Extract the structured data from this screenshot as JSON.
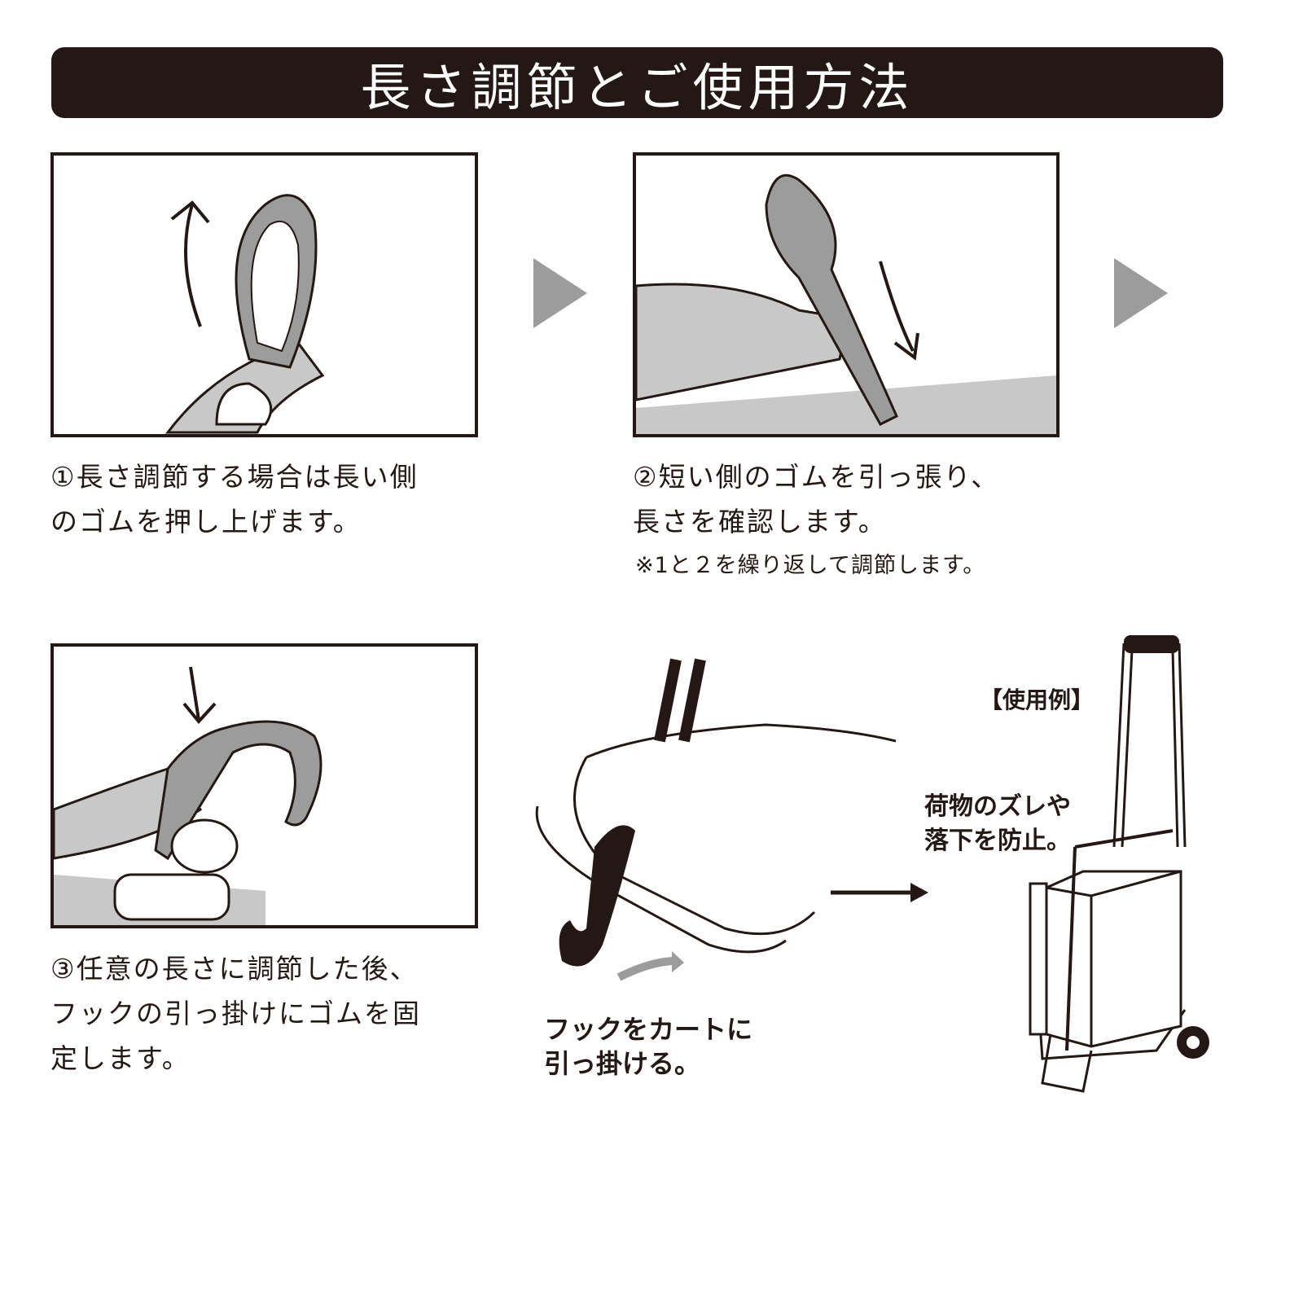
{
  "title": "長さ調節とご使用方法",
  "steps": [
    {
      "lines": [
        "①長さ調節する場合は長い側",
        "のゴムを押し上げます。"
      ]
    },
    {
      "lines": [
        "②短い側のゴムを引っ張り、",
        "長さを確認します。"
      ],
      "note": "※1と２を繰り返して調節します。"
    },
    {
      "lines": [
        "③任意の長さに調節した後、",
        "フックの引っ掛けにゴムを固",
        "定します。"
      ]
    }
  ],
  "hook_caption": [
    "フックをカートに",
    "引っ掛ける。"
  ],
  "example": {
    "label": "【使用例】",
    "caption": [
      "荷物のズレや",
      "落下を防止。"
    ]
  },
  "colors": {
    "dark": "#231815",
    "gray": "#9c9c9c",
    "light_gray": "#c8c8c8"
  }
}
